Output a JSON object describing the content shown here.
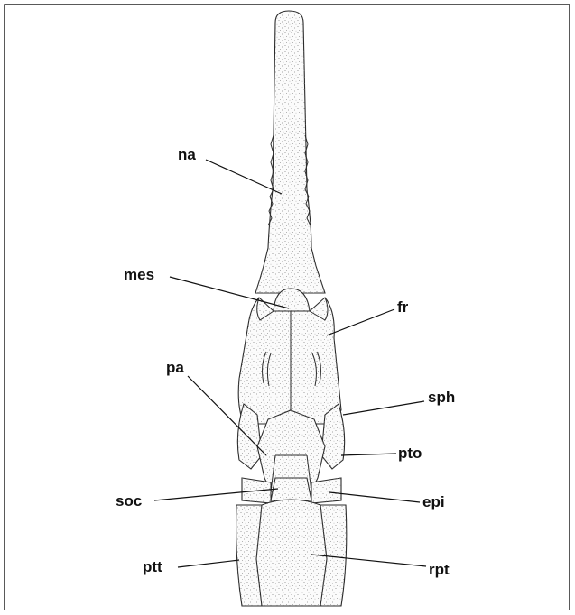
{
  "figure": {
    "labels": {
      "na": "na",
      "mes": "mes",
      "fr": "fr",
      "pa": "pa",
      "sph": "sph",
      "pto": "pto",
      "soc": "soc",
      "epi": "epi",
      "ptt": "ptt",
      "rpt": "rpt"
    },
    "colors": {
      "outline": "#2b2b2b",
      "stipple": "#8a8a8a",
      "background": "#ffffff"
    }
  }
}
